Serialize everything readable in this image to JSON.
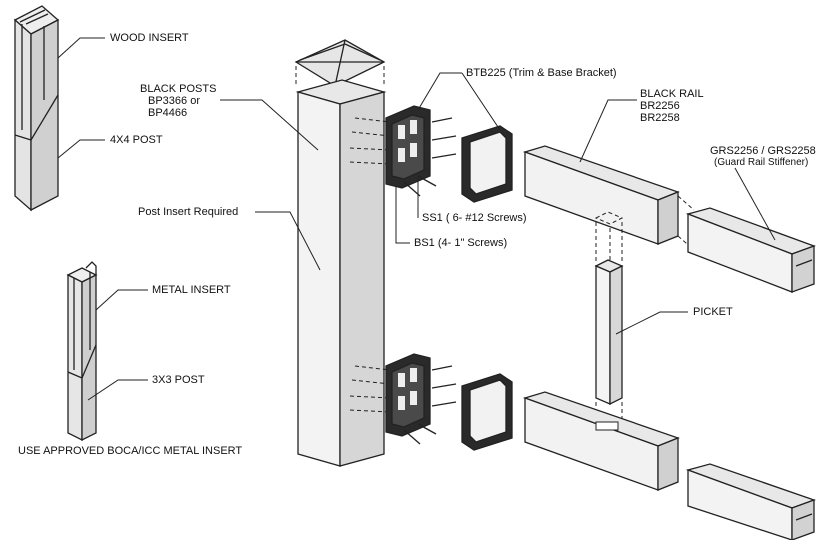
{
  "labels": {
    "wood_insert": "WOOD INSERT",
    "post_4x4": "4X4 POST",
    "black_posts_1": "BLACK POSTS",
    "black_posts_2": "BP3366 or",
    "black_posts_3": "BP4466",
    "post_insert_required": "Post Insert Required",
    "metal_insert": "METAL INSERT",
    "post_3x3": "3X3 POST",
    "use_approved": "USE APPROVED BOCA/ICC  METAL INSERT",
    "btb225": "BTB225  (Trim & Base Bracket)",
    "black_rail_1": "BLACK RAIL",
    "black_rail_2": "BR2256",
    "black_rail_3": "BR2258",
    "grs_1": "GRS2256 / GRS2258",
    "grs_2": "(Guard Rail Stiffener)",
    "ss1": "SS1 ( 6- #12 Screws)",
    "bs1": "BS1 (4- 1\" Screws)",
    "picket": "PICKET"
  },
  "colors": {
    "line": "#222222",
    "post_front": "#f3f3f3",
    "post_side": "#d6d6d6",
    "post_top": "#e8e8e8",
    "bracket": "#2a2a2a"
  }
}
